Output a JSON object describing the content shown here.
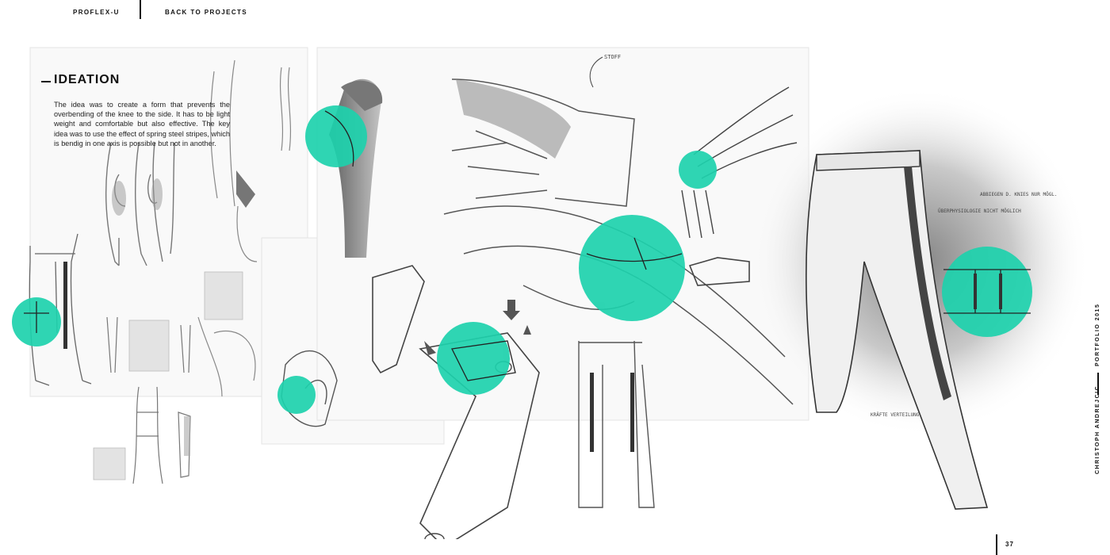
{
  "nav": {
    "project": "PROFLEX-U",
    "back": "BACK TO PROJECTS"
  },
  "section": {
    "title": "IDEATION",
    "body": "The idea was to create a form that prevents the overbending of the knee to the side. It has to be light weight and comfortable but also effective. The key idea was to use the effect of spring steel stripes, which is bendig in one axis is possible but not in another."
  },
  "sidebar": {
    "portfolio": "PORTFOLIO 2015",
    "author": "CHRISTOPH ANDREJCIC"
  },
  "page_number": "37",
  "annotations": {
    "stoff": "STOFF",
    "ueberphysiologie": "ÜBERPHYSIOLOGIE NICHT MÖGLICH",
    "abbiegen": "ABBIEGEN D. KNIES NUR MÖGL.",
    "kraefteverteilung": "KRÄFTE VERTEILUNG"
  },
  "colors": {
    "accent": "#1dd1ad",
    "ink": "#111111",
    "pencil": "#7a7a7a"
  }
}
